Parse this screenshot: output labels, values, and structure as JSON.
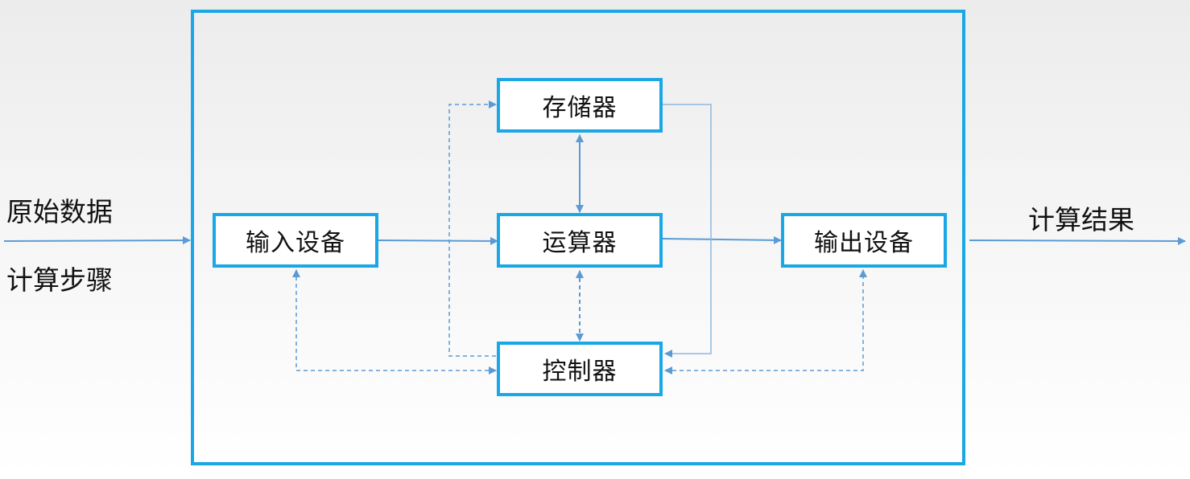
{
  "inputs": {
    "raw_data": "原始数据",
    "steps": "计算步骤"
  },
  "output": {
    "result": "计算结果"
  },
  "units": {
    "storage": "存储器",
    "alu": "运算器",
    "controller": "控制器",
    "input_device": "输入设备",
    "output_device": "输出设备"
  },
  "colors": {
    "frame": "#1aa7e6",
    "data_flow": "#5b9bd5",
    "control_flow": "#5b9bd5",
    "text": "#111111"
  }
}
